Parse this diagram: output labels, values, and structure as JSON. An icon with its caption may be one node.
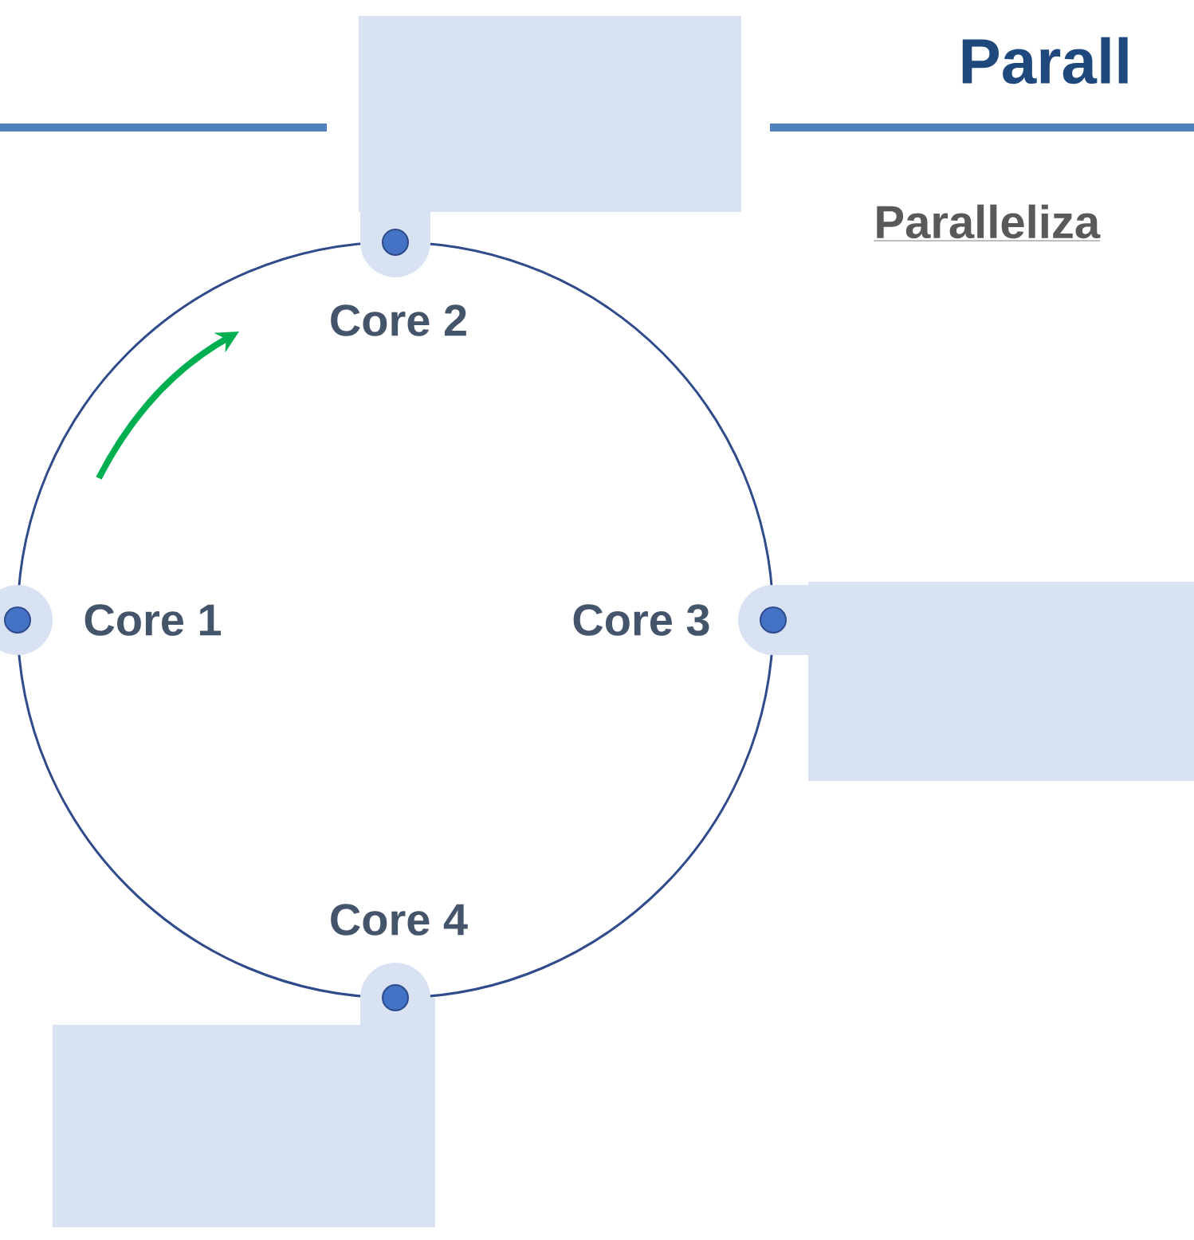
{
  "diagram": {
    "title": "Parall",
    "nodes": [
      {
        "text": [
          "Core 1"
        ]
      },
      {
        "text": [
          "Core 2"
        ]
      },
      {
        "text": [
          "Core 3"
        ]
      },
      {
        "text": [
          "Core 4"
        ]
      },
      {
        "text": [],
        "shape": "box"
      },
      {
        "text": [],
        "shape": "box"
      },
      {
        "text": [],
        "shape": "box"
      }
    ],
    "labels": [
      "Paralleliza"
    ]
  }
}
